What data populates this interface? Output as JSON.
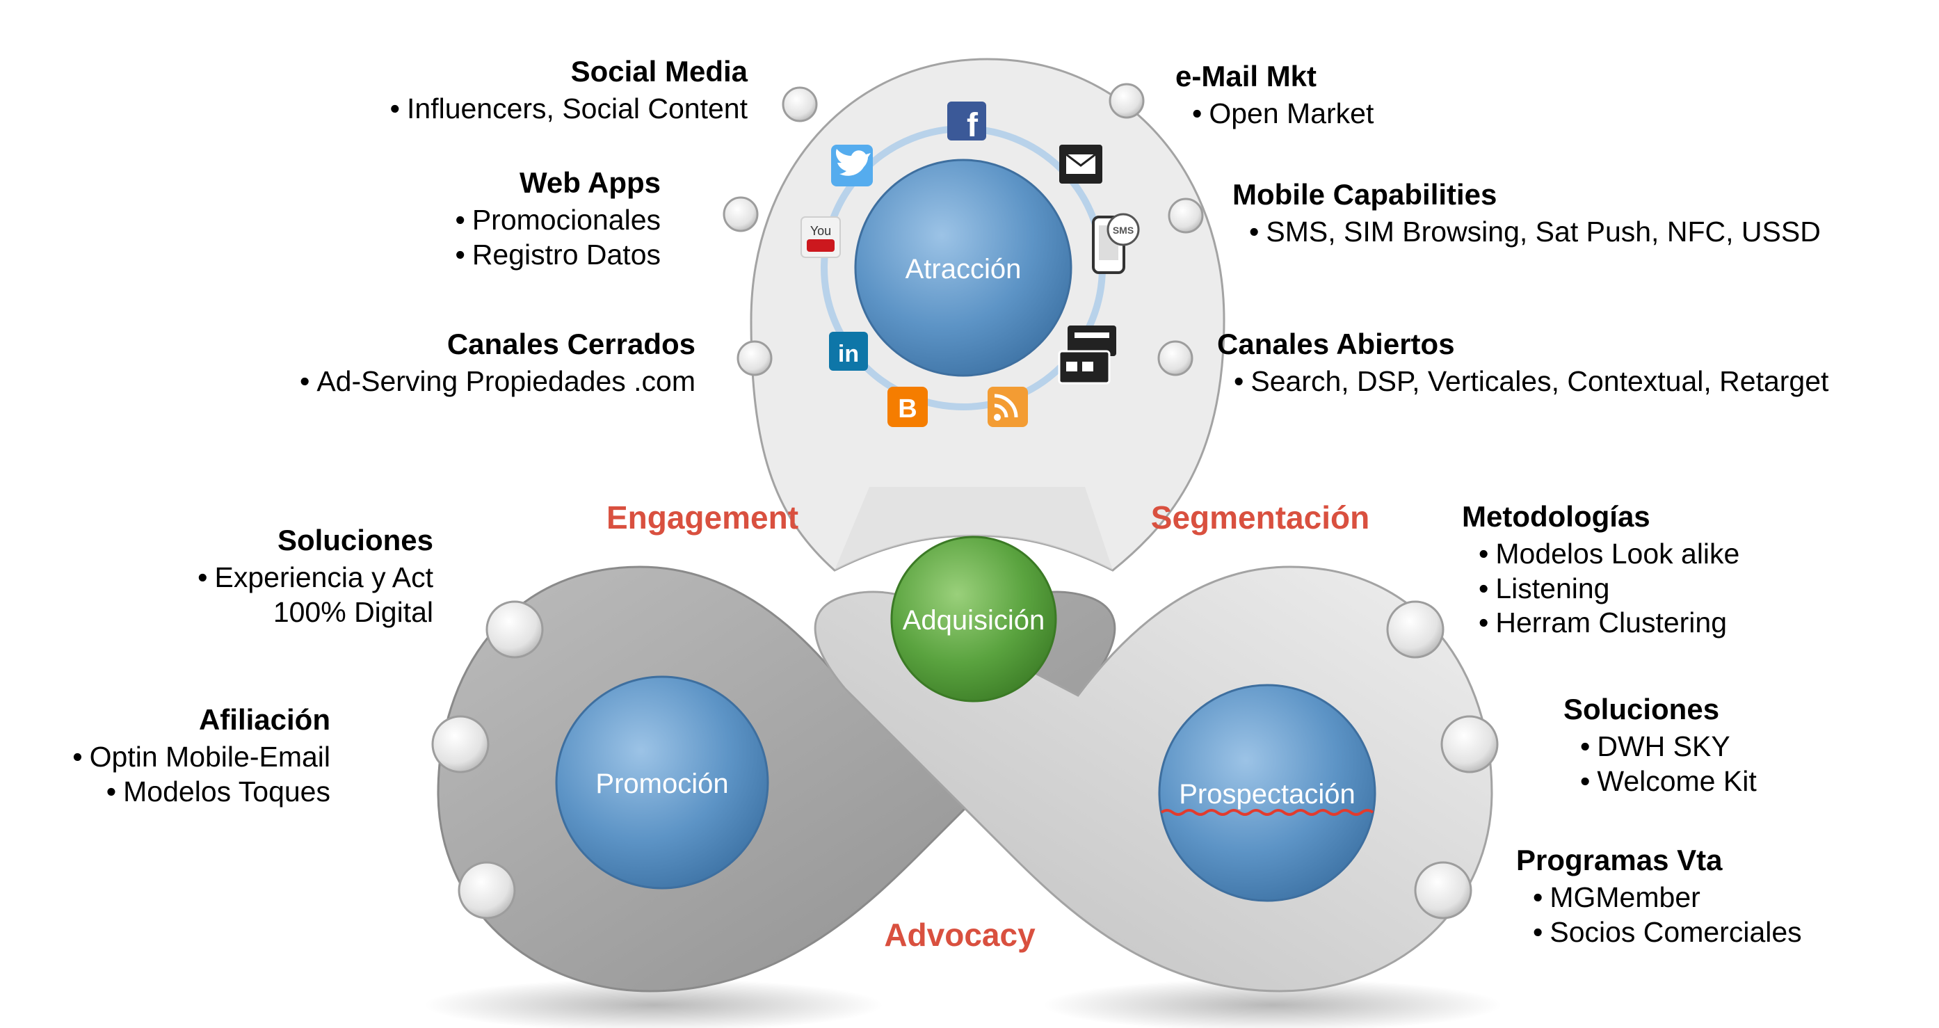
{
  "hubs": {
    "attraction": "Atracción",
    "acquisition": "Adquisición",
    "promotion": "Promoción",
    "prospecting": "Prospectación"
  },
  "stages": {
    "engagement": "Engagement",
    "segmentation": "Segmentación",
    "advocacy": "Advocacy"
  },
  "groups": {
    "social_media": {
      "title": "Social Media",
      "items": [
        "Influencers, Social Content"
      ]
    },
    "web_apps": {
      "title": "Web Apps",
      "items": [
        "Promocionales",
        "Registro Datos"
      ]
    },
    "canales_cerrados": {
      "title": "Canales Cerrados",
      "items": [
        "Ad-Serving Propiedades .com"
      ]
    },
    "email_mkt": {
      "title": "e-Mail Mkt",
      "items": [
        "Open Market"
      ]
    },
    "mobile_capabilities": {
      "title": "Mobile Capabilities",
      "items": [
        "SMS, SIM Browsing, Sat Push, NFC, USSD"
      ]
    },
    "canales_abiertos": {
      "title": "Canales Abiertos",
      "items": [
        "Search, DSP, Verticales, Contextual, Retarget"
      ]
    },
    "soluciones_left": {
      "title": "Soluciones",
      "items": [
        "Experiencia y Act"
      ],
      "extra": "100% Digital"
    },
    "afiliacion": {
      "title": "Afiliación",
      "items": [
        "Optin Mobile-Email",
        "Modelos Toques"
      ]
    },
    "metodologias": {
      "title": "Metodologías",
      "items": [
        "Modelos Look alike",
        "Listening",
        "Herram Clustering"
      ]
    },
    "soluciones_right": {
      "title": "Soluciones",
      "items": [
        "DWH SKY",
        "Welcome Kit"
      ]
    },
    "programas_vta": {
      "title": "Programas Vta",
      "items": [
        "MGMember",
        "Socios Comerciales"
      ]
    }
  },
  "icons": {
    "facebook_glyph": "f",
    "linkedin_glyph": "in",
    "blogger_glyph": "B",
    "sms_glyph": "SMS",
    "youtube_glyph": "You"
  },
  "colors": {
    "stage_text": "#d9503f",
    "hub_blue": "#5d94c6",
    "hub_green": "#5aa33f",
    "lobe_gray": "#a9a9a9",
    "top_lobe": "#ebebeb"
  }
}
